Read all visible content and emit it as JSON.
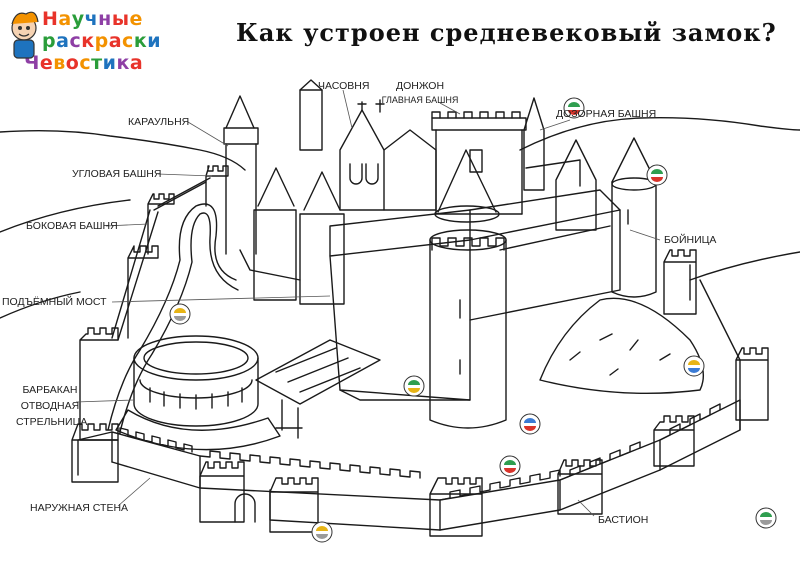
{
  "logo": {
    "line1": "Научные",
    "line2": "раскраски",
    "line3": "Чевостика",
    "colors": [
      "#e8332a",
      "#f39200",
      "#2a9d3a",
      "#1e73be",
      "#8e3fa5",
      "#e8332a",
      "#f39200"
    ]
  },
  "title": "Как устроен средневековый замок?",
  "labels": {
    "karaulnya": "КАРАУЛЬНЯ",
    "uglovaya": "УГЛОВАЯ БАШНЯ",
    "bokovaya": "БОКОВАЯ БАШНЯ",
    "most": "ПОДЪЁМНЫЙ МОСТ",
    "barbakan": "БАРБАКАН",
    "otvodnaya": "ОТВОДНАЯ",
    "strelnitsa": "СТРЕЛЬНИЦА",
    "naruzhnaya": "НАРУЖНАЯ СТЕНА",
    "chasovnya": "ЧАСОВНЯ",
    "donzhon": "ДОНЖОН",
    "glavnaya": "ГЛАВНАЯ БАШНЯ",
    "dozornaya": "ДОЗОРНАЯ БАШНЯ",
    "boynitsa": "БОЙНИЦА",
    "bastion": "БАСТИОН"
  },
  "colors": {
    "line": "#1a1a1a",
    "badge_green": "#2f9e4f",
    "badge_red": "#d9342b",
    "badge_yellow": "#e7b416",
    "badge_blue": "#3a7bd5",
    "badge_gray": "#9a9a9a"
  }
}
